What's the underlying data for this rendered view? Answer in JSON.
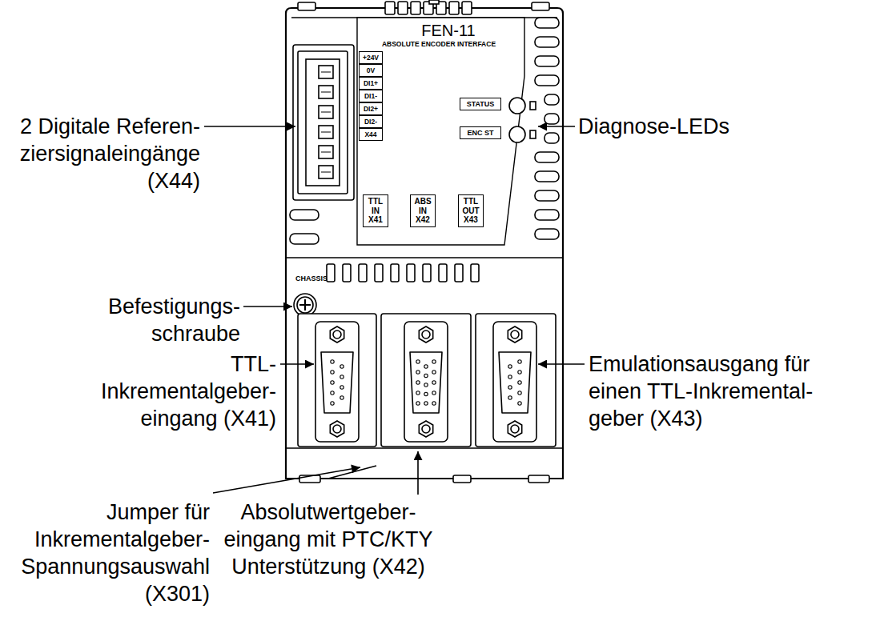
{
  "diagram": {
    "nodes": [
      {
        "text": [
          "STATUS"
        ]
      },
      {
        "text": [
          "ENC ST"
        ]
      },
      {
        "text": [
          "TTL IN X41"
        ]
      },
      {
        "text": [
          "ABS IN X42"
        ]
      },
      {
        "text": [
          "TTL OUT X43"
        ]
      }
    ],
    "labels": [
      "FEN-11",
      "ABSOLUTE ENCODER INTERFACE",
      "+24V",
      "0V",
      "DI1+",
      "DI1-",
      "DI2+",
      "DI2-",
      "X44",
      "CHASSIS",
      "2 Digitale Referen- ziersignaleingänge (X44)",
      "Diagnose-LEDs",
      "Befestigungs- schraube",
      "TTL- Inkrementalgeber- eingang (X41)",
      "Emulationsausgang für einen TTL-Inkremental- geber (X43)",
      "Jumper für Inkrementalgeber- Spannungsauswahl (X301)",
      "Absolutwertgeber- eingang mit PTC/KTY Unterstützung (X42)"
    ]
  }
}
